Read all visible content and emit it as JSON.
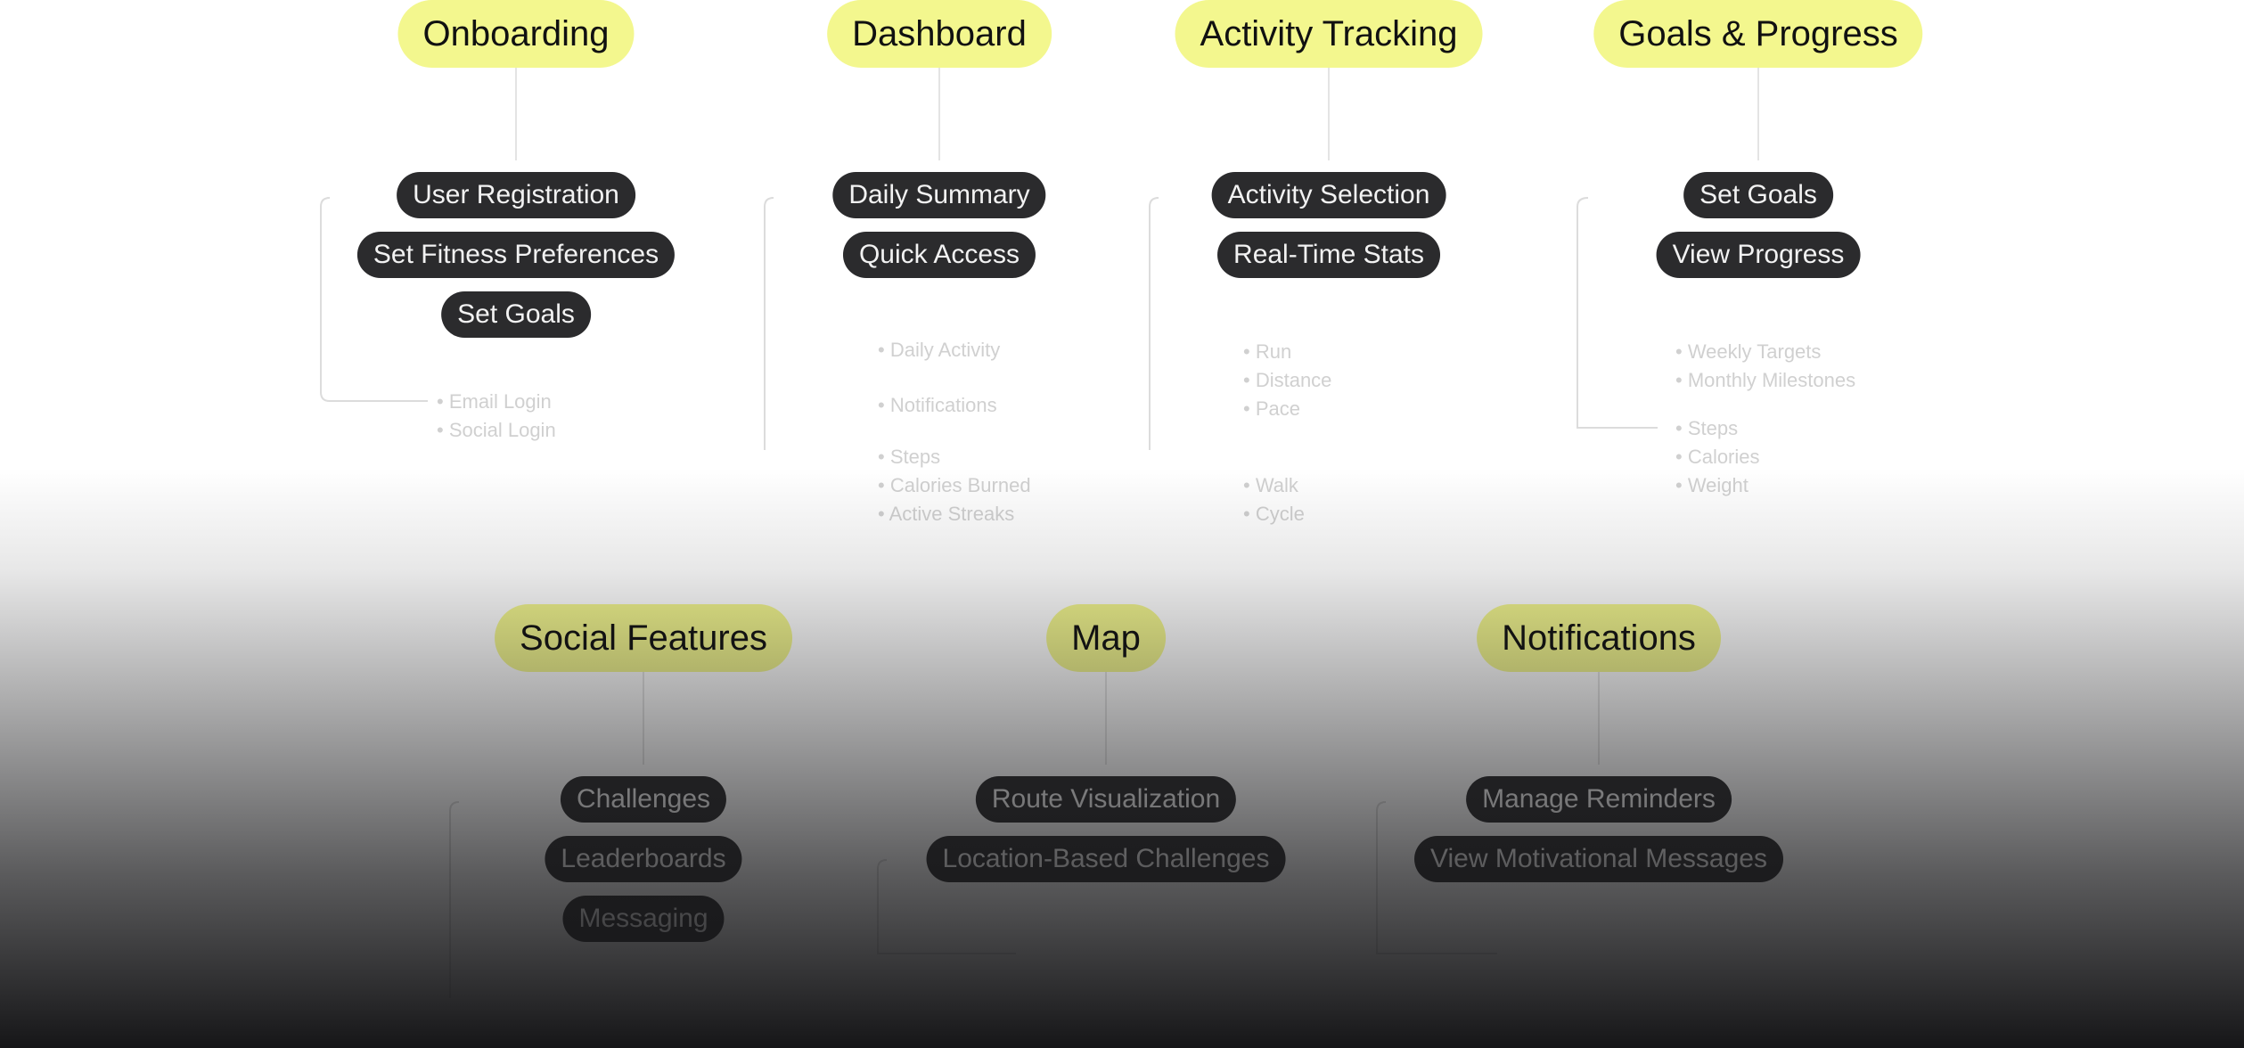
{
  "groups": [
    {
      "title": "Onboarding",
      "items": [
        "User Registration",
        "Set Fitness Preferences",
        "Set Goals"
      ]
    },
    {
      "title": "Dashboard",
      "items": [
        "Daily Summary",
        "Quick Access"
      ]
    },
    {
      "title": "Activity Tracking",
      "items": [
        "Activity Selection",
        "Real-Time Stats"
      ]
    },
    {
      "title": "Goals & Progress",
      "items": [
        "Set Goals",
        "View Progress"
      ]
    },
    {
      "title": "Social Features",
      "items": [
        "Challenges",
        "Leaderboards",
        "Messaging"
      ]
    },
    {
      "title": "Map",
      "items": [
        "Route Visualization",
        "Location-Based Challenges"
      ]
    },
    {
      "title": "Notifications",
      "items": [
        "Manage Reminders",
        "View Motivational Messages"
      ]
    }
  ],
  "colors": {
    "header_fill": "#f3f78e",
    "pill_fill": "#2b2b2d",
    "pill_text": "#f2f2f2",
    "fade_bottom": "#161618"
  }
}
